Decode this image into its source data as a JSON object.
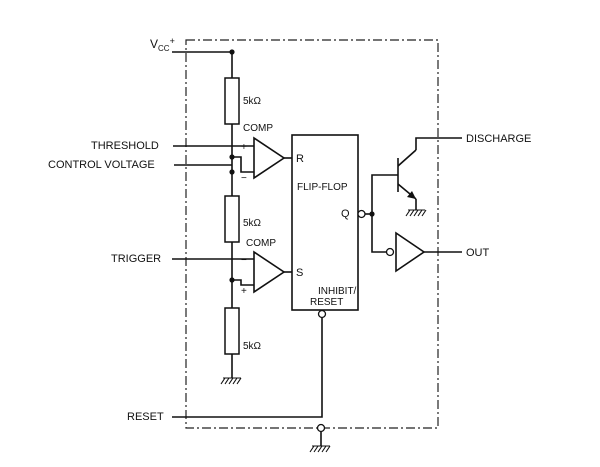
{
  "pins": {
    "vcc_main": "V",
    "vcc_sub": "CC",
    "vcc_sup": "+",
    "threshold": "THRESHOLD",
    "control_voltage": "CONTROL VOLTAGE",
    "trigger": "TRIGGER",
    "reset": "RESET",
    "discharge": "DISCHARGE",
    "out": "OUT"
  },
  "resistors": [
    "5kΩ",
    "5kΩ",
    "5kΩ"
  ],
  "comparators": [
    "COMP",
    "COMP"
  ],
  "comparator_inputs": {
    "plus": "+",
    "minus": "−"
  },
  "flip_flop": {
    "title": "FLIP-FLOP",
    "r": "R",
    "s": "S",
    "q": "Q",
    "inhibit": "INHIBIT/",
    "reset": "RESET"
  }
}
